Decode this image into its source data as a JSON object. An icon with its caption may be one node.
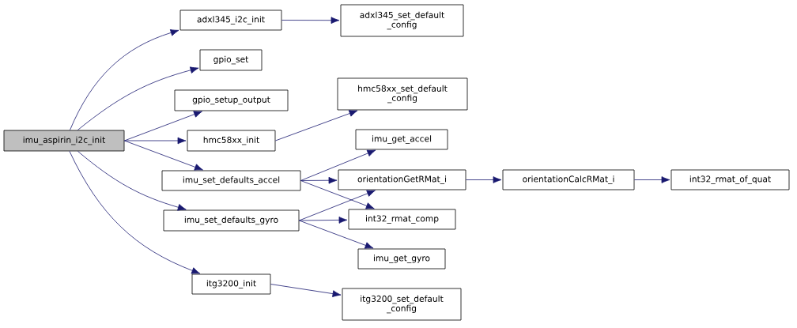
{
  "diagram": {
    "nodes": [
      {
        "text": [
          "imu_aspirin_i2c_init"
        ]
      },
      {
        "text": [
          "adxl345_i2c_init"
        ]
      },
      {
        "text": [
          "adxl345_set_default _config"
        ]
      },
      {
        "text": [
          "gpio_set"
        ]
      },
      {
        "text": [
          "gpio_setup_output"
        ]
      },
      {
        "text": [
          "hmc58xx_init"
        ]
      },
      {
        "text": [
          "hmc58xx_set_default _config"
        ]
      },
      {
        "text": [
          "imu_set_defaults_accel"
        ]
      },
      {
        "text": [
          "imu_get_accel"
        ]
      },
      {
        "text": [
          "orientationGetRMat_i"
        ]
      },
      {
        "text": [
          "orientationCalcRMat_i"
        ]
      },
      {
        "text": [
          "int32_rmat_of_quat"
        ]
      },
      {
        "text": [
          "imu_set_defaults_gyro"
        ]
      },
      {
        "text": [
          "int32_rmat_comp"
        ]
      },
      {
        "text": [
          "imu_get_gyro"
        ]
      },
      {
        "text": [
          "itg3200_init"
        ]
      },
      {
        "text": [
          "itg3200_set_default _config"
        ]
      }
    ],
    "edges": [
      {
        "from": 0,
        "to": 1,
        "arrow": "to"
      },
      {
        "from": 0,
        "to": 3,
        "arrow": "to"
      },
      {
        "from": 0,
        "to": 4,
        "arrow": "to"
      },
      {
        "from": 0,
        "to": 5,
        "arrow": "to"
      },
      {
        "from": 0,
        "to": 7,
        "arrow": "to"
      },
      {
        "from": 0,
        "to": 12,
        "arrow": "to"
      },
      {
        "from": 0,
        "to": 15,
        "arrow": "to"
      },
      {
        "from": 1,
        "to": 2,
        "arrow": "to"
      },
      {
        "from": 5,
        "to": 6,
        "arrow": "to"
      },
      {
        "from": 7,
        "to": 8,
        "arrow": "to"
      },
      {
        "from": 7,
        "to": 9,
        "arrow": "to"
      },
      {
        "from": 7,
        "to": 13,
        "arrow": "to"
      },
      {
        "from": 12,
        "to": 9,
        "arrow": "to"
      },
      {
        "from": 12,
        "to": 13,
        "arrow": "to"
      },
      {
        "from": 12,
        "to": 14,
        "arrow": "to"
      },
      {
        "from": 9,
        "to": 10,
        "arrow": "to"
      },
      {
        "from": 10,
        "to": 11,
        "arrow": "to"
      },
      {
        "from": 15,
        "to": 16,
        "arrow": "to"
      }
    ]
  }
}
